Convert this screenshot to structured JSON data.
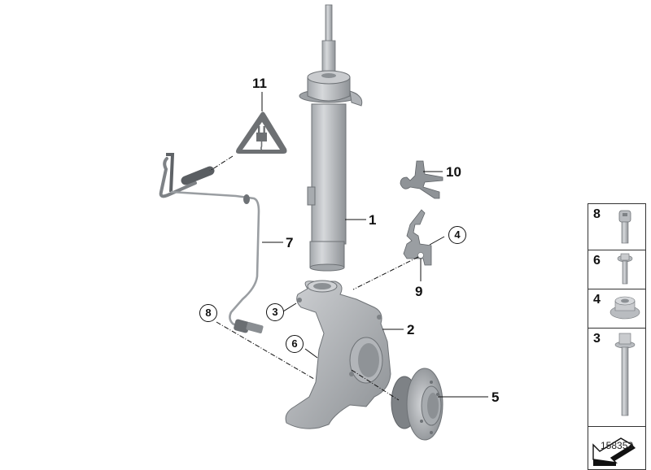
{
  "diagram": {
    "title": "Front suspension strut, steering knuckle, wheel hub exploded view",
    "document_id": "158353",
    "callouts": [
      {
        "id": "1",
        "label": "1",
        "part": "Shock absorber strut",
        "style": "plain"
      },
      {
        "id": "2",
        "label": "2",
        "part": "Steering knuckle",
        "style": "plain"
      },
      {
        "id": "3",
        "label": "3",
        "part": "Hex bolt",
        "style": "circled"
      },
      {
        "id": "4",
        "label": "4",
        "part": "Collar nut",
        "style": "circled"
      },
      {
        "id": "5",
        "label": "5",
        "part": "Wheel hub with bearing",
        "style": "plain"
      },
      {
        "id": "6",
        "label": "6",
        "part": "Hex bolt with flange",
        "style": "circled"
      },
      {
        "id": "7",
        "label": "7",
        "part": "Wheel speed sensor / pulse generator",
        "style": "plain"
      },
      {
        "id": "8",
        "label": "8",
        "part": "Socket head cap screw",
        "style": "circled"
      },
      {
        "id": "9",
        "label": "9",
        "part": "Bracket",
        "style": "plain"
      },
      {
        "id": "10",
        "label": "10",
        "part": "Bracket / holder",
        "style": "plain"
      },
      {
        "id": "11",
        "label": "11",
        "part": "Electrical connector warning symbol",
        "style": "plain"
      }
    ],
    "fastener_legend": [
      {
        "label": "8",
        "part": "socket-head-screw"
      },
      {
        "label": "6",
        "part": "flange-bolt-short"
      },
      {
        "label": "4",
        "part": "flange-nut"
      },
      {
        "label": "3",
        "part": "flange-bolt-long"
      },
      {
        "label": "",
        "part": "direction-arrow"
      }
    ],
    "colors": {
      "part_fill": "#b9bcc0",
      "part_shade": "#8e9296",
      "part_light": "#d8dadd",
      "warning_triangle": "#6d7073",
      "line": "#111111"
    }
  }
}
